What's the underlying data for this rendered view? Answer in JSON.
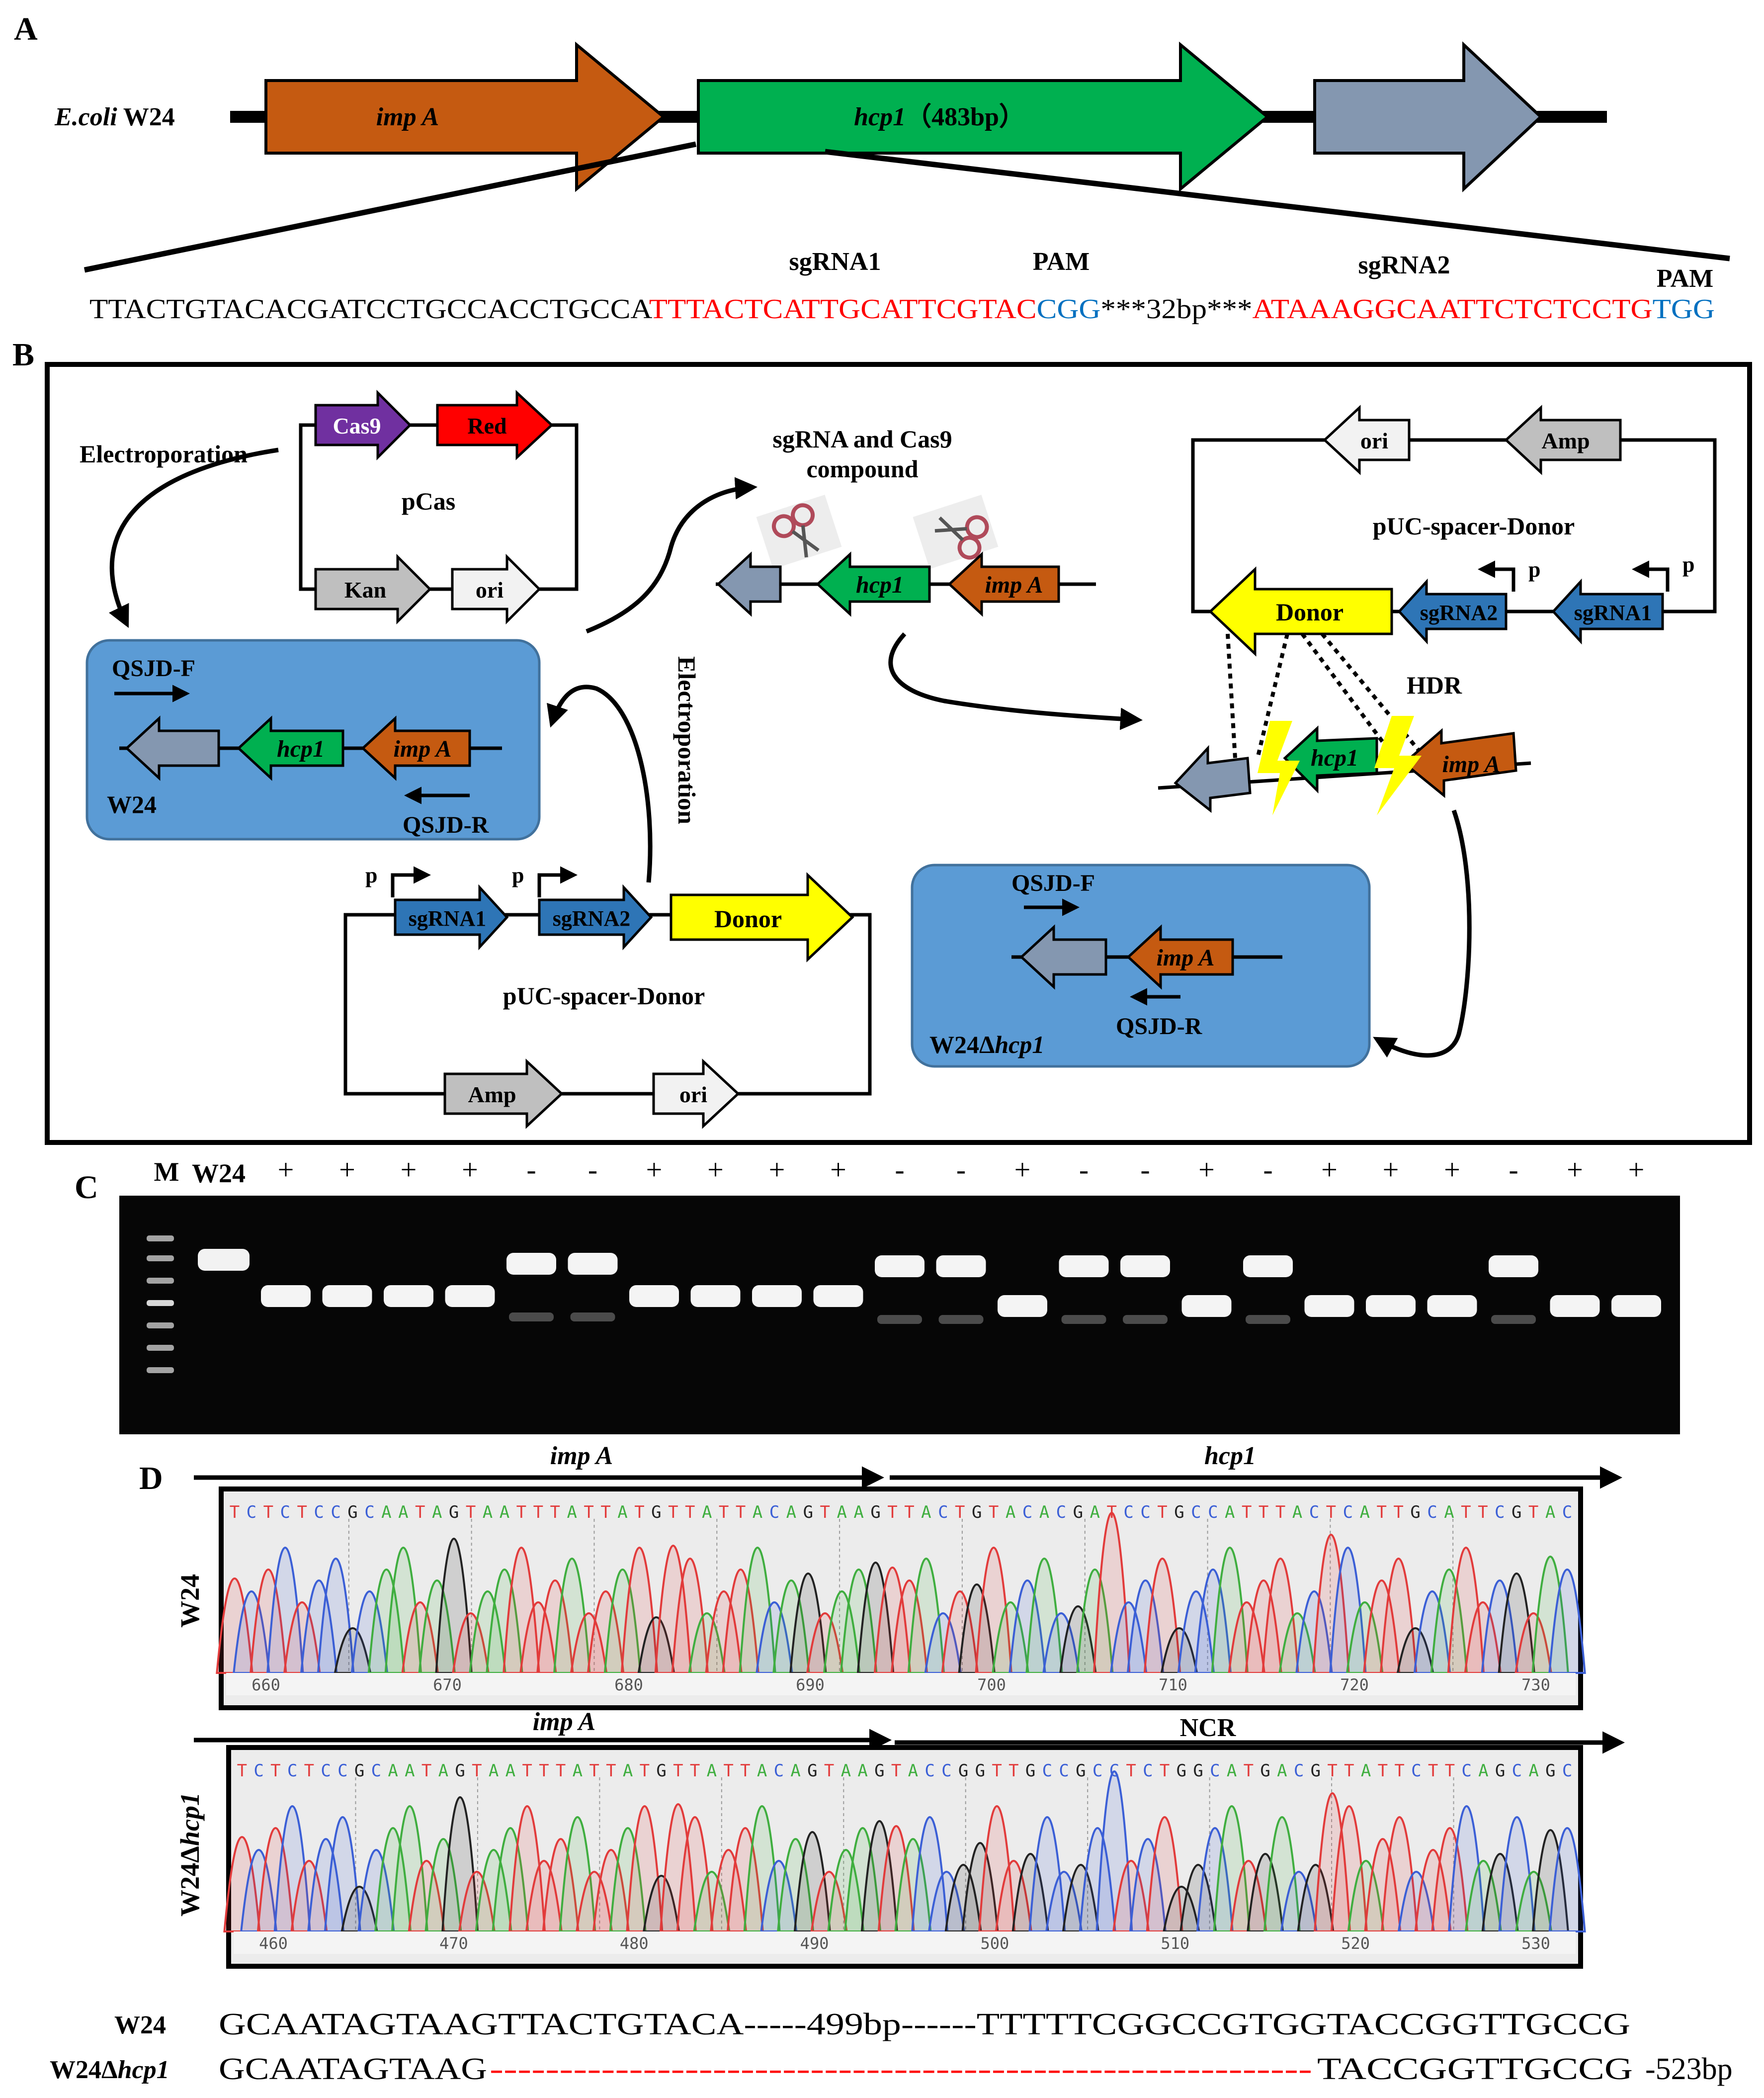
{
  "panels": {
    "a": "A",
    "b": "B",
    "c": "C",
    "d": "D"
  },
  "panel_a": {
    "strain": "E.coli",
    "strain_suffix": " W24",
    "genes": {
      "impA": "imp A",
      "hcp1": "hcp1",
      "hcp1_size": "（483bp）"
    },
    "sgRNA1_label": "sgRNA1",
    "sgRNA2_label": "sgRNA2",
    "pam_label": "PAM",
    "sequence": {
      "prefix": "TTACTGTACACGATCCTGCCACCTGCCA",
      "sg1": "TTTACTCATTGCATTCGTAC",
      "pam1": "CGG",
      "gap": "***32bp***",
      "sg2": "ATAAAGGCAATTCTCTCCTG",
      "pam2": "TGG"
    },
    "colors": {
      "impA": "#c55a11",
      "hcp1": "#00b050",
      "downstream": "#8497b0",
      "sgRNA": "#ff0000",
      "pam": "#0070c0"
    }
  },
  "panel_b": {
    "electroporation": "Electroporation",
    "pcas": {
      "title": "pCas",
      "cas9": "Cas9",
      "red": "Red",
      "kan": "Kan",
      "ori": "ori"
    },
    "complex": {
      "line1": "sgRNA and Cas9",
      "line2": "compound",
      "hcp1": "hcp1",
      "impA": "imp A"
    },
    "w24_box": {
      "qsjd_f": "QSJD-F",
      "qsjd_r": "QSJD-R",
      "hcp1": "hcp1",
      "impA": "imp A",
      "strain": "W24"
    },
    "pUC_bottom": {
      "title": "pUC-spacer-Donor",
      "p": "p",
      "sgRNA1": "sgRNA1",
      "sgRNA2": "sgRNA2",
      "donor": "Donor",
      "amp": "Amp",
      "ori": "ori"
    },
    "pUC_right": {
      "title": "pUC-spacer-Donor",
      "p": "p",
      "sgRNA1": "sgRNA1",
      "sgRNA2": "sgRNA2",
      "donor": "Donor",
      "amp": "Amp",
      "ori": "ori"
    },
    "hdr": "HDR",
    "hdr_genes": {
      "hcp1": "hcp1",
      "impA": "imp A"
    },
    "mutant_box": {
      "qsjd_f": "QSJD-F",
      "qsjd_r": "QSJD-R",
      "impA": "imp A",
      "strain_prefix": "W24Δ",
      "strain_gene": "hcp1"
    },
    "colors": {
      "box": "#5b9bd5",
      "sgRNA": "#2e75b6",
      "donor": "#ffff00",
      "gray": "#bfbfbf",
      "cas9": "#7030a0",
      "red": "#ff0000"
    }
  },
  "panel_c": {
    "marker": "M",
    "w24": "W24",
    "lanes": [
      "+",
      "+",
      "+",
      "+",
      "-",
      "-",
      "+",
      "+",
      "+",
      "+",
      "-",
      "-",
      "+",
      "-",
      "-",
      "+",
      "-",
      "+",
      "+",
      "+",
      "-",
      "+",
      "+"
    ]
  },
  "panel_d": {
    "top": {
      "label": "W24",
      "gene_left": "imp A",
      "gene_right": "hcp1",
      "bases": "TCTCTCCGCAATAGTAATTTATTATGTTATTACAGTAAGTTACTGTACACGATCCTGCCATTTACTCATTGCATTCGTAC",
      "ticks": [
        "660",
        "670",
        "680",
        "690",
        "700",
        "710",
        "720",
        "730"
      ]
    },
    "bottom": {
      "label_prefix": "W24Δ",
      "label_gene": "hcp1",
      "gene_left": "imp A",
      "gene_right": "NCR",
      "bases": "TCTCTCCGCAATAGTAATTTATTATGTTATTACAGTAAGTACCGGTTGCCGCCTCTGGCATGACGTTATTCTTCAGCAGC",
      "ticks": [
        "460",
        "470",
        "480",
        "490",
        "500",
        "510",
        "520",
        "530"
      ]
    },
    "base_colors": {
      "A": "#3fae3f",
      "C": "#3b5fd6",
      "G": "#222222",
      "T": "#e23b3b"
    },
    "alignment": {
      "w24_label": "W24",
      "w24_seq": "GCAATAGTAAGTTACTGTACA-----499bp------TTTTTCGGCCGTGGTACCGGTTGCCG",
      "mut_label_prefix": "W24Δ",
      "mut_label_gene": "hcp1",
      "mut_seq_start": "GCAATAGTAAG",
      "mut_dashes": "-----------------------------------------------------------",
      "mut_seq_end": "TACCGGTTGCCG",
      "mut_note": "-523bp"
    }
  }
}
